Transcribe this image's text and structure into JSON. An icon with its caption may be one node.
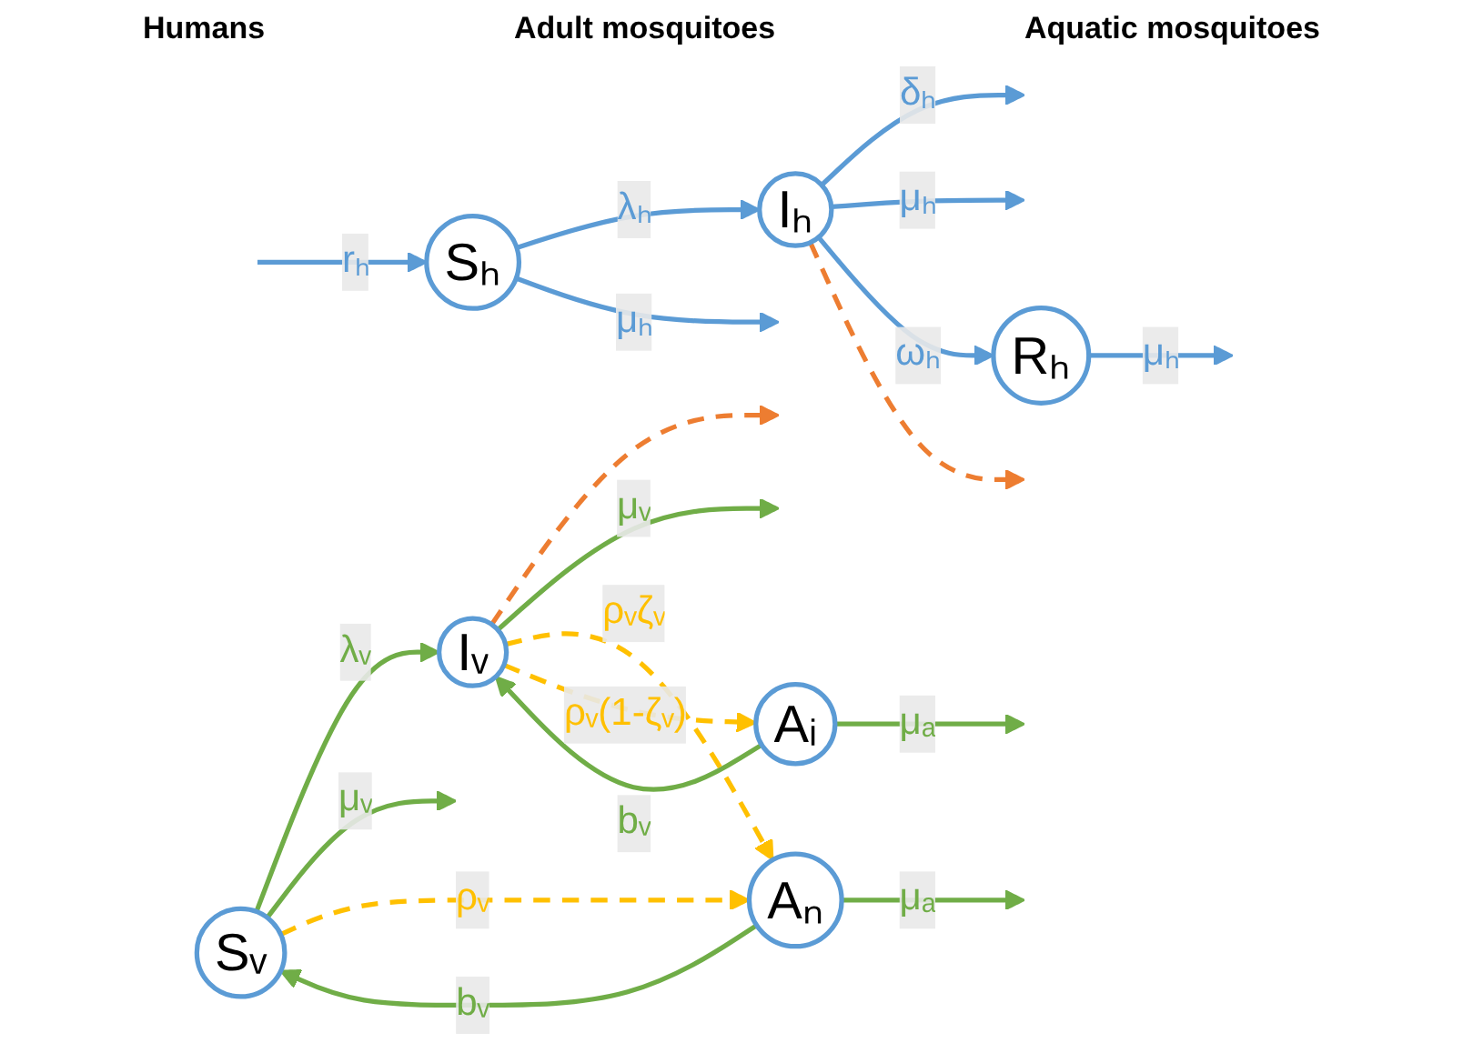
{
  "diagram": {
    "nodes": [
      {
        "text": [
          "Sₕ"
        ]
      },
      {
        "text": [
          "Iₕ"
        ]
      },
      {
        "text": [
          "Rₕ"
        ]
      },
      {
        "text": [
          "Sᵥ"
        ]
      },
      {
        "text": [
          "Iᵥ"
        ]
      },
      {
        "text": [
          "Aₙ"
        ]
      },
      {
        "text": [
          "Aᵢ"
        ]
      }
    ],
    "edges": [
      {
        "from": null,
        "to": 0,
        "arrow": "to",
        "label": "rₕ",
        "color": "#5b9bd5"
      },
      {
        "from": 0,
        "to": 1,
        "arrow": "to",
        "label": "λₕ",
        "color": "#5b9bd5"
      },
      {
        "from": 0,
        "to": null,
        "arrow": "to",
        "label": "μₕ",
        "color": "#5b9bd5"
      },
      {
        "from": 1,
        "to": null,
        "arrow": "to",
        "label": "δₕ",
        "color": "#5b9bd5"
      },
      {
        "from": 1,
        "to": null,
        "arrow": "to",
        "label": "μₕ",
        "color": "#5b9bd5"
      },
      {
        "from": 1,
        "to": 2,
        "arrow": "to",
        "label": "ωₕ",
        "color": "#5b9bd5"
      },
      {
        "from": 2,
        "to": null,
        "arrow": "to",
        "label": "μₕ",
        "color": "#5b9bd5"
      },
      {
        "from": 4,
        "to": null,
        "arrow": "to",
        "style": "dashed",
        "color": "#ed7d31"
      },
      {
        "from": 1,
        "to": null,
        "arrow": "to",
        "style": "dashed",
        "color": "#ed7d31"
      },
      {
        "from": 3,
        "to": 4,
        "arrow": "to",
        "label": "λᵥ",
        "color": "#70ad47"
      },
      {
        "from": 3,
        "to": null,
        "arrow": "to",
        "label": "μᵥ",
        "color": "#70ad47"
      },
      {
        "from": 4,
        "to": null,
        "arrow": "to",
        "label": "μᵥ",
        "color": "#70ad47"
      },
      {
        "from": 5,
        "to": 3,
        "arrow": "to",
        "label": "bᵥ",
        "color": "#70ad47"
      },
      {
        "from": 6,
        "to": 4,
        "arrow": "to",
        "label": "bᵥ",
        "color": "#70ad47"
      },
      {
        "from": 5,
        "to": null,
        "arrow": "to",
        "label": "μₐ",
        "color": "#70ad47"
      },
      {
        "from": 6,
        "to": null,
        "arrow": "to",
        "label": "μₐ",
        "color": "#70ad47"
      },
      {
        "from": 3,
        "to": 5,
        "arrow": "to",
        "label": "ρᵥ",
        "style": "dashed",
        "color": "#ffc000"
      },
      {
        "from": 4,
        "to": 5,
        "arrow": "to",
        "label": "ρᵥζᵥ",
        "style": "dashed",
        "color": "#ffc000"
      },
      {
        "from": 4,
        "to": 6,
        "arrow": "to",
        "label": "ρᵥ(1-ζᵥ)",
        "style": "dashed",
        "color": "#ffc000"
      }
    ],
    "labels": [
      "Humans",
      "Adult mosquitoes",
      "Aquatic mosquitoes"
    ]
  }
}
